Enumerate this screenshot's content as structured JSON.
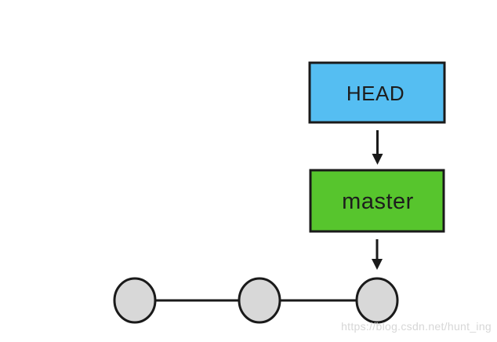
{
  "diagram": {
    "head": {
      "label": "HEAD",
      "fill": "#55BEF2"
    },
    "master": {
      "label": "master",
      "fill": "#57C52D"
    },
    "commits": {
      "count": 3,
      "fill": "#D8D8D8"
    },
    "line_color": "#1a1a1a"
  },
  "watermark": {
    "text": "https://blog.csdn.net/hunt_ing",
    "color": "#d7d7d7"
  }
}
